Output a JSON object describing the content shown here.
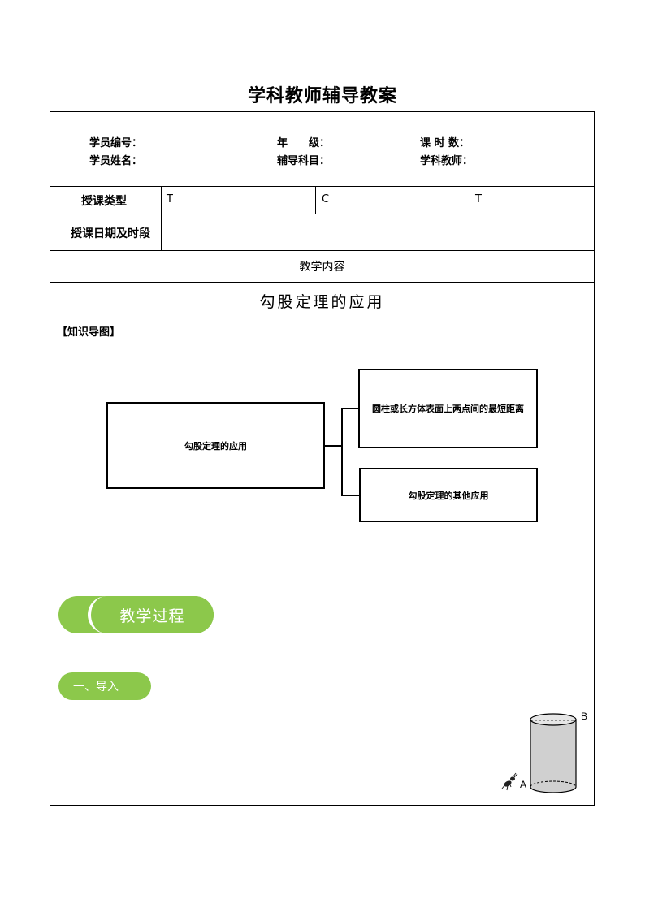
{
  "doc_title": "学科教师辅导教案",
  "info": {
    "student_id_label": "学员编号：",
    "grade_label": "年　　级：",
    "hours_label": "课 时 数：",
    "student_name_label": "学员姓名：",
    "subject_label": "辅导科目：",
    "teacher_label": "学科教师："
  },
  "table": {
    "lesson_type_label": "授课类型",
    "type_t1": "T",
    "type_c": "C",
    "type_t2": "T",
    "date_label": "授课日期及时段",
    "content_label": "教学内容"
  },
  "lesson": {
    "title": "勾股定理的应用",
    "mindmap_heading": "【知识导图】",
    "root_node": "勾股定理的应用",
    "branch_1": "圆柱或长方体表面上两点间的最短距离",
    "branch_2": "勾股定理的其他应用",
    "process_badge": "教学过程",
    "intro_badge": "一、导入",
    "point_a": "A",
    "point_b": "B"
  }
}
